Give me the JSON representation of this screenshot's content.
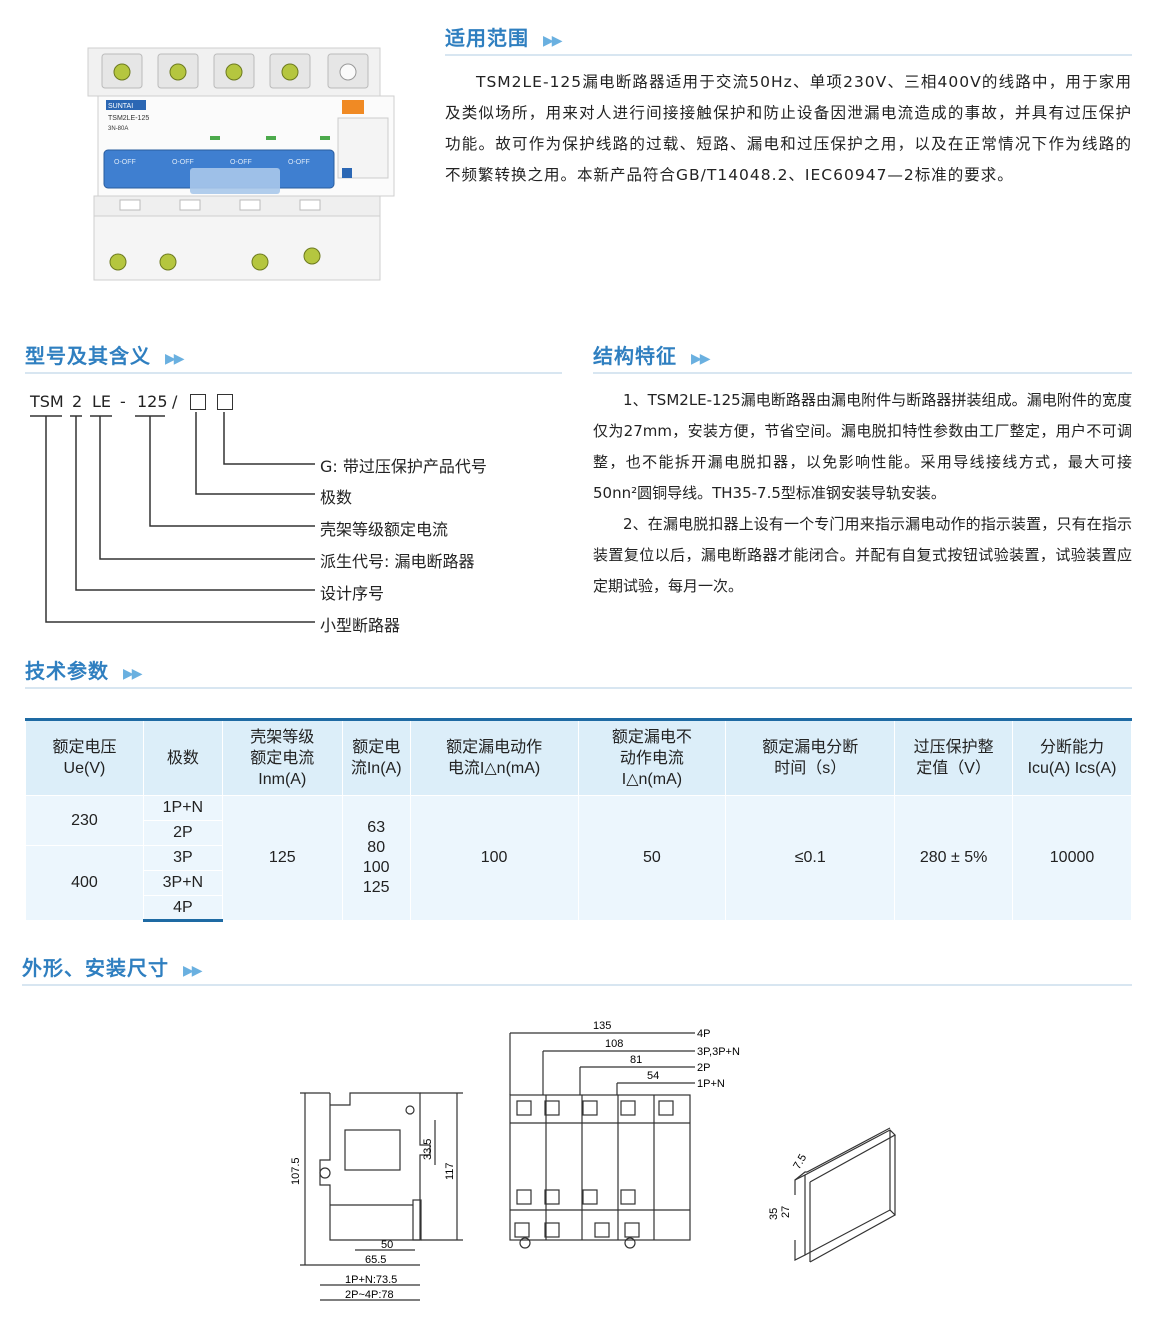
{
  "sections": {
    "scope_title": "适用范围",
    "model_title": "型号及其含义",
    "structure_title": "结构特征",
    "tech_title": "技术参数",
    "dims_title": "外形、安装尺寸",
    "arrows": "▶▶"
  },
  "scope_text": "TSM2LE-125漏电断路器适用于交流50Hz、单项230V、三相400V的线路中，用于家用及类似场所，用来对人进行间接接触保护和防止设备因泄漏电流造成的事故，并具有过压保护功能。故可作为保护线路的过载、短路、漏电和过压保护之用，以及在正常情况下作为线路的不频繁转换之用。本新产品符合GB/T14048.2、IEC60947—2标准的要求。",
  "product_label": {
    "brand": "SUNTAI",
    "model": "TSM2LE-125",
    "rating": "3N-80A",
    "off": "O-OFF"
  },
  "model": {
    "parts": [
      "TSM",
      "2",
      "LE",
      "-",
      "125",
      "/"
    ],
    "meanings": [
      "G: 带过压保护产品代号",
      "极数",
      "壳架等级额定电流",
      "派生代号: 漏电断路器",
      "设计序号",
      "小型断路器"
    ]
  },
  "structure": {
    "p1": "1、TSM2LE-125漏电断路器由漏电附件与断路器拼装组成。漏电附件的宽度仅为27mm，安装方便，节省空间。漏电脱扣特性参数由工厂整定，用户不可调整，也不能拆开漏电脱扣器，以免影响性能。采用导线接线方式，最大可接50nn²圆铜导线。TH35-7.5型标准钢安装导轨安装。",
    "p2": "2、在漏电脱扣器上设有一个专门用来指示漏电动作的指示装置，只有在指示装置复位以后，漏电断路器才能闭合。并配有自复式按钮试验装置，试验装置应定期试验，每月一次。"
  },
  "table": {
    "headers": [
      [
        "额定电压",
        "Ue(V)"
      ],
      [
        "极数"
      ],
      [
        "壳架等级",
        "额定电流",
        "Inm(A)"
      ],
      [
        "额定电",
        "流In(A)"
      ],
      [
        "额定漏电动作",
        "电流I△n(mA)"
      ],
      [
        "额定漏电不",
        "动作电流",
        "I△n(mA)"
      ],
      [
        "额定漏电分断",
        "时间（s）"
      ],
      [
        "过压保护整",
        "定值（V）"
      ],
      [
        "分断能力",
        "Icu(A) Ics(A)"
      ]
    ],
    "voltages": [
      "230",
      "400"
    ],
    "poles": [
      "1P+N",
      "2P",
      "3P",
      "3P+N",
      "4P"
    ],
    "inm": "125",
    "in_values": [
      "63",
      "80",
      "100",
      "125"
    ],
    "idn": "100",
    "idno": "50",
    "time": "≤0.1",
    "overvolt": "280 ± 5%",
    "breaking": "10000"
  },
  "dims": {
    "side": [
      "107.5",
      "33.5",
      "117",
      "50",
      "65.5",
      "1P+N:73.5",
      "2P~4P:78"
    ],
    "front_widths": [
      "135",
      "108",
      "81",
      "54"
    ],
    "front_labels": [
      "4P",
      "3P,3P+N",
      "2P",
      "1P+N"
    ],
    "rail": [
      "35",
      "27",
      "7.5"
    ]
  }
}
